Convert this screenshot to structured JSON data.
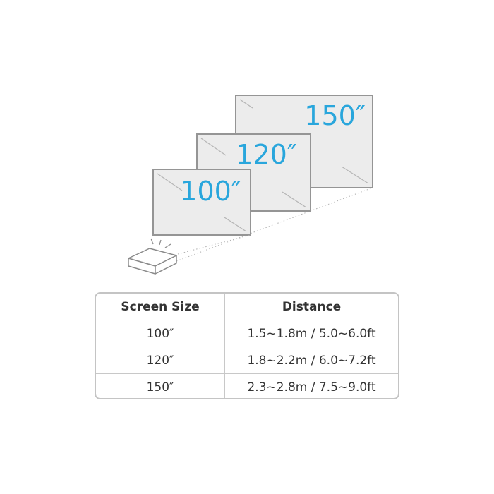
{
  "colors": {
    "accent": "#29a6dc",
    "screen_fill": "#ececec",
    "screen_border": "#959595",
    "text": "#333333"
  },
  "diagram": {
    "screens": [
      {
        "label": "100″"
      },
      {
        "label": "120″"
      },
      {
        "label": "150″"
      }
    ],
    "projector_icon": "projector-icon"
  },
  "table": {
    "headers": [
      "Screen Size",
      "Distance"
    ],
    "rows": [
      [
        "100″",
        "1.5~1.8m / 5.0~6.0ft"
      ],
      [
        "120″",
        "1.8~2.2m / 6.0~7.2ft"
      ],
      [
        "150″",
        "2.3~2.8m / 7.5~9.0ft"
      ]
    ]
  }
}
